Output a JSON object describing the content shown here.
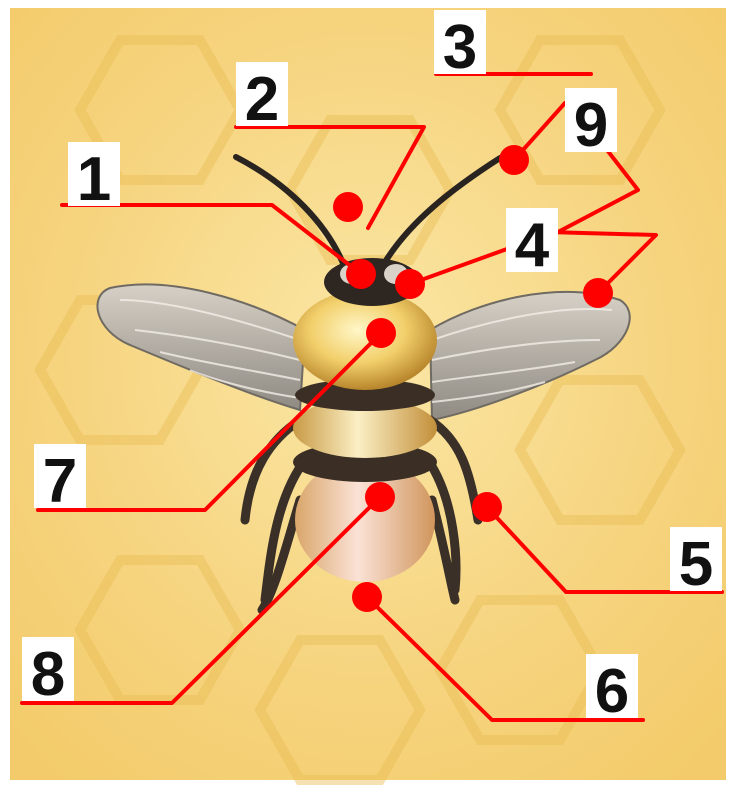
{
  "diagram": {
    "subject": "bumblebee",
    "colors": {
      "label_line": "#ff0000",
      "marker": "#ff0000",
      "label_box": "#ffffff",
      "label_text": "#111111",
      "background": "#f7d78a"
    },
    "labels": [
      {
        "id": "1",
        "text": "1"
      },
      {
        "id": "2",
        "text": "2"
      },
      {
        "id": "3",
        "text": "3"
      },
      {
        "id": "4",
        "text": "4"
      },
      {
        "id": "5",
        "text": "5"
      },
      {
        "id": "6",
        "text": "6"
      },
      {
        "id": "7",
        "text": "7"
      },
      {
        "id": "8",
        "text": "8"
      },
      {
        "id": "9",
        "text": "9"
      }
    ]
  }
}
